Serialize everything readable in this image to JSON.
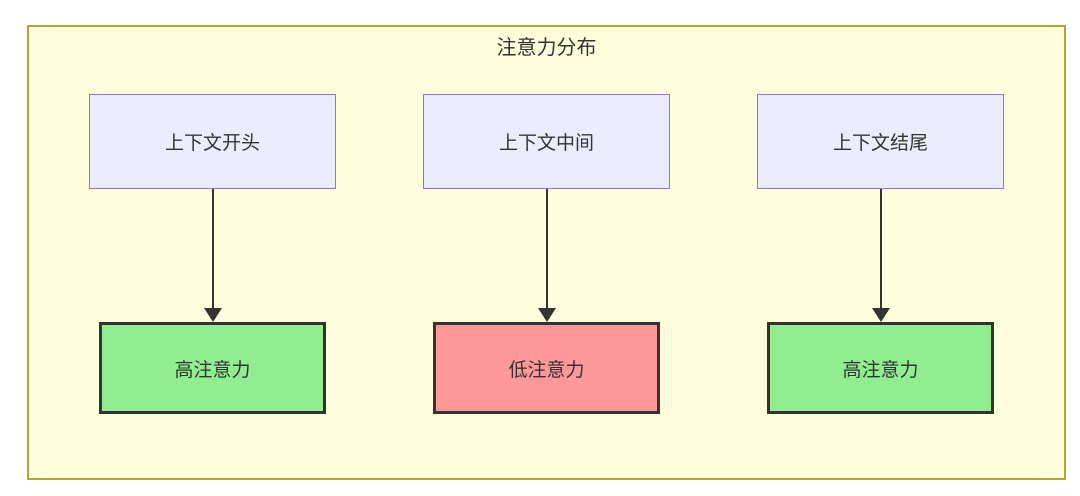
{
  "colors": {
    "page_background": "#ffffff",
    "container_fill": "#ffffde",
    "container_border": "#aaaa33",
    "context_node_fill": "#ececff",
    "context_node_border": "#9370db",
    "high_attention_fill": "#90ee90",
    "low_attention_fill": "#ff9999",
    "attention_node_border": "#333333",
    "arrow_color": "#333333",
    "text_color": "#333333"
  },
  "diagram": {
    "title": "注意力分布",
    "columns": [
      {
        "top": {
          "label": "上下文开头"
        },
        "bottom": {
          "label": "高注意力",
          "tone": "high"
        }
      },
      {
        "top": {
          "label": "上下文中间"
        },
        "bottom": {
          "label": "低注意力",
          "tone": "low"
        }
      },
      {
        "top": {
          "label": "上下文结尾"
        },
        "bottom": {
          "label": "高注意力",
          "tone": "high"
        }
      }
    ]
  }
}
